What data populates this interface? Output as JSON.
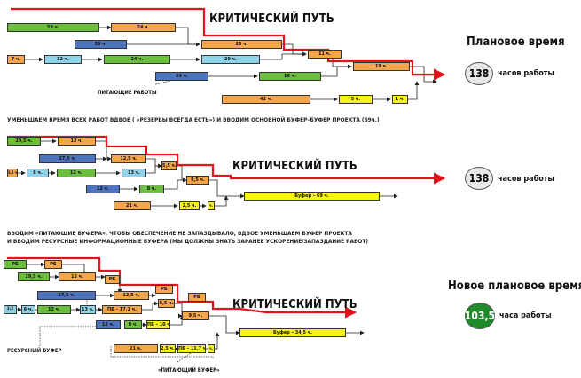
{
  "section1": {
    "critical_path": "КРИТИЧЕСКИЙ ПУТЬ",
    "plan_title": "Плановое время",
    "hours_value": "138",
    "hours_label": "часов работы",
    "feeding_label": "ПИТАЮЩИЕ РАБОТЫ",
    "bars": [
      "59 ч.",
      "24 ч.",
      "55 ч.",
      "25 ч.",
      "7 ч.",
      "12 ч.",
      "24 ч.",
      "29 ч.",
      "11 ч.",
      "19 ч.",
      "24 ч.",
      "16 ч.",
      "42 ч.",
      "5 ч.",
      "1 ч."
    ]
  },
  "caption1": "УМЕНЬШАЕМ ВРЕМЯ ВСЕХ РАБОТ ВДВОЕ ( «РЕЗЕРВЫ ВСЕГДА ЕСТЬ») И ВВОДИМ ОСНОВНОЙ БУФЕР–БУФЕР ПРОЕКТА (69ч.)",
  "section2": {
    "critical_path": "КРИТИЧЕСКИЙ ПУТЬ",
    "hours_value": "138",
    "hours_label": "часов работы",
    "bars": [
      "29,5 ч.",
      "12 ч.",
      "27,5 ч.",
      "12,5 ч.",
      "3,5 ч.",
      "6 ч.",
      "12 ч.",
      "13 ч.",
      "5,5 ч.",
      "9,5 ч.",
      "12 ч.",
      "8 ч.",
      "Буфер – 69 ч.",
      "21 ч.",
      "2,5 ч.",
      "ч."
    ]
  },
  "caption2": [
    "ВВОДИМ «ПИТАЮЩИЕ БУФЕРА», ЧТОБЫ ОБЕСПЕЧЕНИЕ НЕ ЗАПАЗДЫВАЛО, ВДВОЕ УМЕНЬШАЕМ БУФЕР ПРОЕКТА",
    "И ВВОДИМ РЕСУРСНЫЕ ИНФОРМАЦИОННЫЕ БУФЕРА (МЫ ДОЛЖНЫ ЗНАТЬ ЗАРАНЕЕ УСКОРЕНИЕ/ЗАПАЗДАНИЕ РАБОТ)"
  ],
  "section3": {
    "critical_path": "КРИТИЧЕСКИЙ ПУТЬ",
    "plan_title": "Новое плановое время",
    "hours_value": "103,5",
    "hours_label": "часа работы",
    "resource_buffer_label": "РЕСУРСНЫЙ БУФЕР",
    "feeding_buffer_label": "«ПИТАЮЩИЙ БУФЕР»",
    "bars": [
      "РБ",
      "РБ",
      "29,5 ч.",
      "12 ч.",
      "РБ",
      "27,5 ч.",
      "12,5 ч.",
      "РБ",
      "РБ",
      "3,5",
      "6 ч.",
      "12 ч.",
      "13 ч.",
      "ПБ – 17,2 ч.",
      "5,5 ч.",
      "9,5 ч.",
      "12 ч.",
      "8 ч.",
      "ПБ – 10 ч.",
      "Буфер – 34,5 ч.",
      "21 ч.",
      "2,5 ч.",
      "ПБ – 11,7 ч.",
      "ч."
    ]
  },
  "colors": {
    "green": "#6cbf3d",
    "orange": "#f5a54a",
    "blue": "#4e74c0",
    "cyan": "#8fd3e8",
    "yellow": "#f7f21a",
    "red": "#e3121b",
    "circle_dark_green": "#1f8a2a"
  }
}
